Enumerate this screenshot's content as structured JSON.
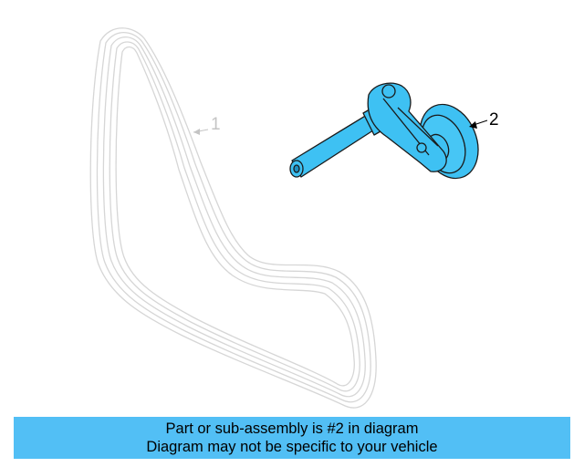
{
  "callouts": {
    "belt": "1",
    "tensioner": "2"
  },
  "banner": {
    "line1": "Part or sub-assembly is #2 in diagram",
    "line2": "Diagram may not be specific to your vehicle"
  },
  "colors": {
    "highlight": "#3ec1f3",
    "highlight_outline": "#1a1a1a",
    "ghost_line": "#d6d6d6",
    "ghost_label": "#c4c4c4",
    "banner_bg": "#52bff5"
  }
}
